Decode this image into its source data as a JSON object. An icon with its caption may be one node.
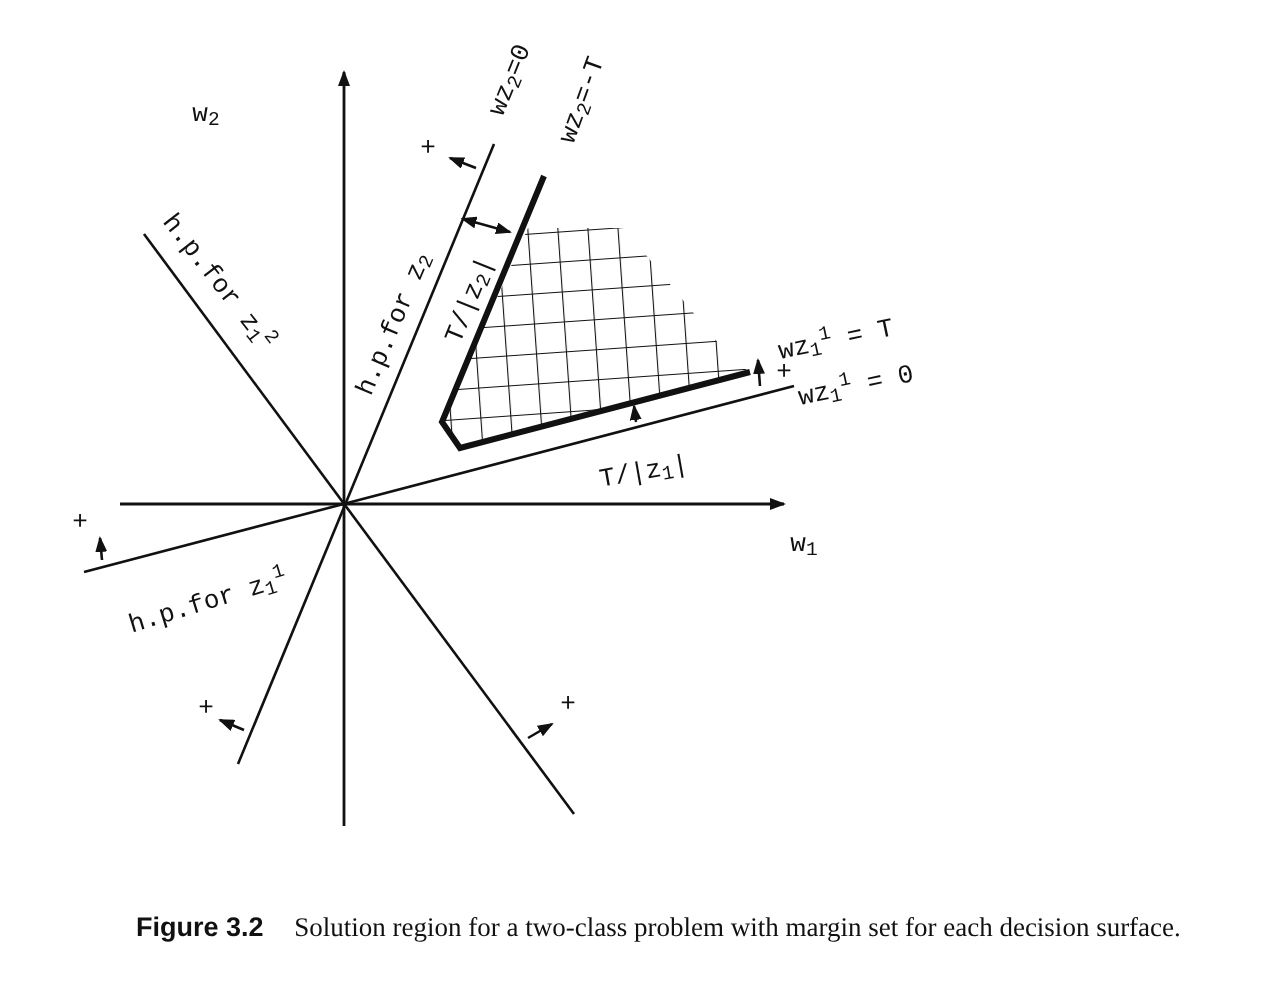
{
  "diagram": {
    "caption": "**Figure 3.2** Solution region for a two-class problem with margin set for each decision surface.",
    "labels": [
      "w$_{2}$",
      "w$_{1}$",
      "+",
      "wz$_{2}$=0",
      "wz$_{2}$=-T",
      "h.p.for z$_{1}$$^{2}$",
      "h.p.for z$_{2}$",
      "T/|z$_{2}$|",
      "wz$_{1}$$^{1}$ = T",
      "+",
      "wz$_{1}$$^{1}$ = 0",
      "T/|z$_{1}$|",
      "+",
      "h.p.for z$_{1}$$^{1}$",
      "+",
      "+"
    ]
  }
}
